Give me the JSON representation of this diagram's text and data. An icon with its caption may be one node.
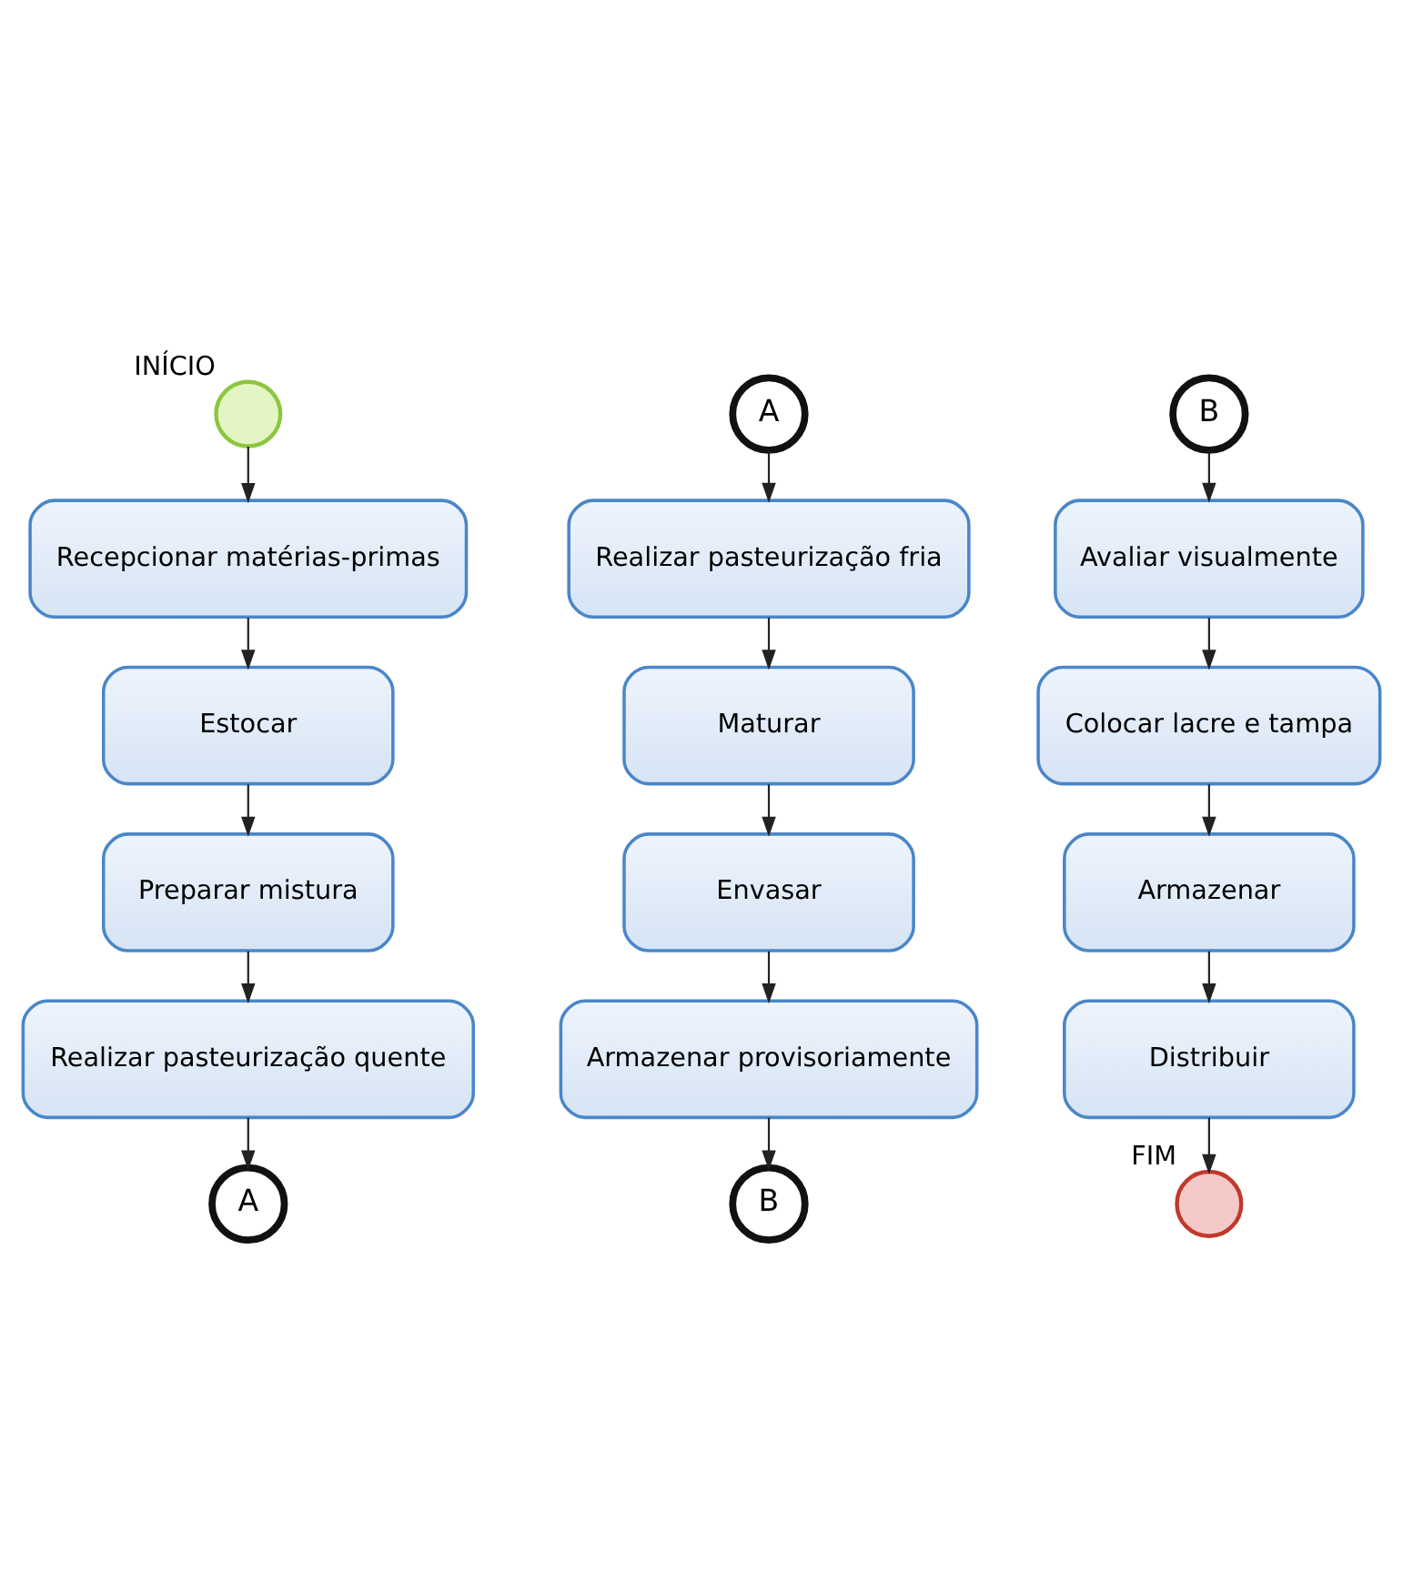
{
  "diagram": {
    "nodes": [
      {
        "text": [],
        "shape": "circle",
        "beside": [
          "INÍCIO"
        ]
      },
      {
        "text": [
          "Recepcionar matérias-primas"
        ]
      },
      {
        "text": [
          "Estocar"
        ]
      },
      {
        "text": [
          "Preparar mistura"
        ]
      },
      {
        "text": [
          "Realizar pasteurização quente"
        ]
      },
      {
        "text": [
          "A"
        ]
      },
      {
        "text": [
          "A"
        ]
      },
      {
        "text": [
          "Realizar pasteurização fria"
        ]
      },
      {
        "text": [
          "Maturar"
        ]
      },
      {
        "text": [
          "Envasar"
        ]
      },
      {
        "text": [
          "Armazenar provisoriamente"
        ]
      },
      {
        "text": [
          "B"
        ]
      },
      {
        "text": [
          "B"
        ]
      },
      {
        "text": [
          "Avaliar visualmente"
        ]
      },
      {
        "text": [
          "Colocar lacre e tampa"
        ]
      },
      {
        "text": [
          "Armazenar"
        ]
      },
      {
        "text": [
          "Distribuir"
        ]
      },
      {
        "text": [],
        "shape": "circle",
        "beside": [
          "FIM"
        ]
      }
    ],
    "edges": [
      {
        "from": 0,
        "to": 1,
        "arrow": "to"
      },
      {
        "from": 1,
        "to": 2,
        "arrow": "to"
      },
      {
        "from": 2,
        "to": 3,
        "arrow": "to"
      },
      {
        "from": 3,
        "to": 4,
        "arrow": "to"
      },
      {
        "from": 4,
        "to": 5,
        "arrow": "to"
      },
      {
        "from": 6,
        "to": 7,
        "arrow": "to"
      },
      {
        "from": 7,
        "to": 8,
        "arrow": "to"
      },
      {
        "from": 8,
        "to": 9,
        "arrow": "to"
      },
      {
        "from": 9,
        "to": 10,
        "arrow": "to"
      },
      {
        "from": 10,
        "to": 11,
        "arrow": "to"
      },
      {
        "from": 12,
        "to": 13,
        "arrow": "to"
      },
      {
        "from": 13,
        "to": 14,
        "arrow": "to"
      },
      {
        "from": 14,
        "to": 15,
        "arrow": "to"
      },
      {
        "from": 15,
        "to": 16,
        "arrow": "to"
      },
      {
        "from": 16,
        "to": 17,
        "arrow": "to"
      }
    ]
  }
}
